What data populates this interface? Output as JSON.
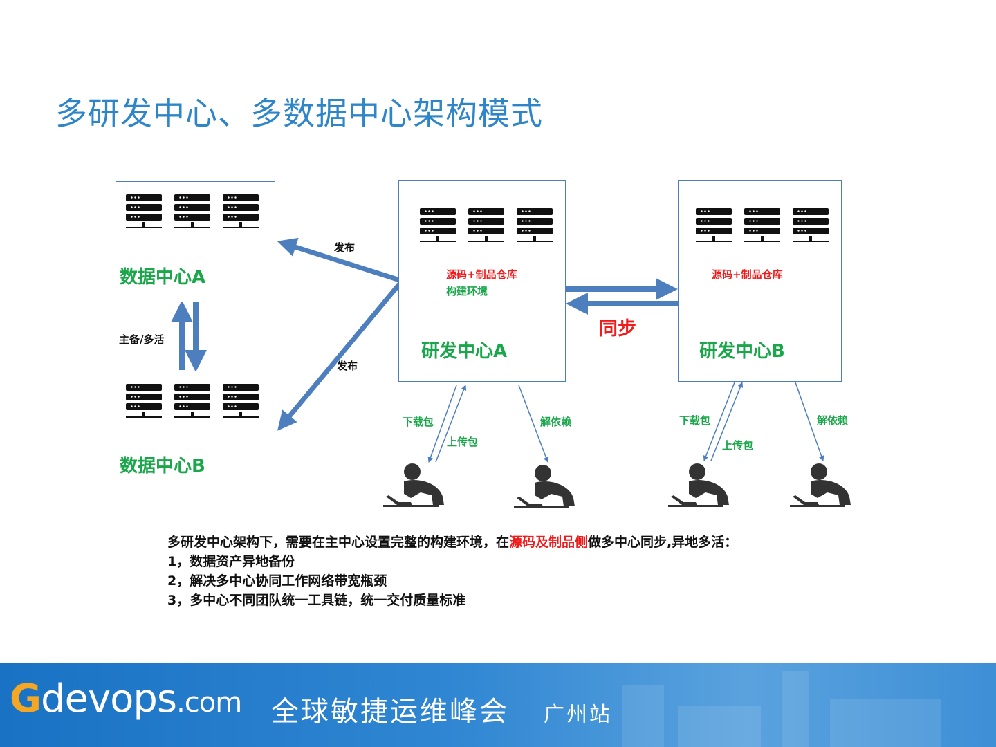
{
  "slide": {
    "title": "多研发中心、多数据中心架构模式"
  },
  "diagram": {
    "dc_a": {
      "label": "数据中心A"
    },
    "dc_b": {
      "label": "数据中心B"
    },
    "rd_a": {
      "label": "研发中心A",
      "line1": "源码+制品仓库",
      "line2": "构建环境"
    },
    "rd_b": {
      "label": "研发中心B",
      "line1": "源码+制品仓库"
    },
    "publish_top": "发布",
    "publish_bottom": "发布",
    "standby": "主备/多活",
    "sync": "同步",
    "rd_a_links": {
      "download": "下载包",
      "upload": "上传包",
      "resolve": "解依赖"
    },
    "rd_b_links": {
      "download": "下载包",
      "upload": "上传包",
      "resolve": "解依赖"
    },
    "colors": {
      "arrow": "#4d7fbf",
      "green": "#1aa64a",
      "red": "#ee1c1c",
      "title": "#2e86c8"
    }
  },
  "notes": {
    "intro_before": "多研发中心架构下，需要在主中心设置完整的构建环境，在",
    "intro_highlight": "源码及制品侧",
    "intro_after": "做多中心同步,异地多活：",
    "item1": "1，数据资产异地备份",
    "item2": "2，解决多中心协同工作网络带宽瓶颈",
    "item3": "3，多中心不同团队统一工具链，统一交付质量标准"
  },
  "footer": {
    "brand_g": "G",
    "brand_rest": "devops",
    "brand_com": ".com",
    "event": "全球敏捷运维峰会",
    "station": "广州站"
  }
}
